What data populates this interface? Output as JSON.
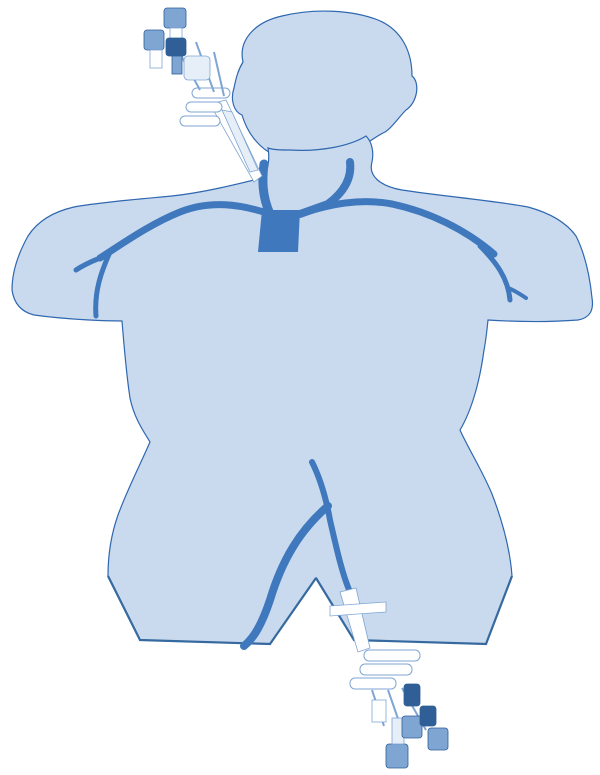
{
  "diagram": {
    "subject": "central-venous-catheter-placement",
    "colors": {
      "background": "#ffffff",
      "body_fill": "#c9daee",
      "body_outline": "#2f67b0",
      "vessel": "#3f78bd",
      "vessel_dark": "#35699f",
      "catheter_white": "#ffffff",
      "catheter_pale": "#e6eef8",
      "hub_dark": "#2f5f96",
      "hub_mid": "#7fa6d3"
    },
    "catheters": [
      {
        "site": "internal-jugular",
        "hubs_visible": 3
      },
      {
        "site": "femoral",
        "hubs_visible": 3
      }
    ],
    "vessels": [
      "internal-jugular-vein",
      "subclavian-vein",
      "brachiocephalic-vein",
      "superior-vena-cava",
      "femoral-vein"
    ]
  }
}
